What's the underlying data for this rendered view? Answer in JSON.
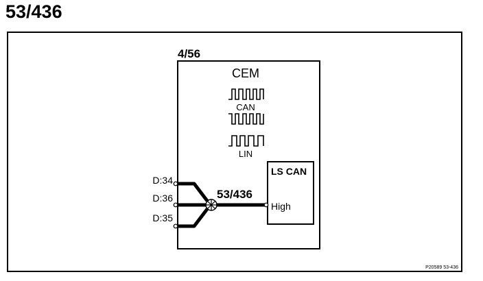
{
  "page": {
    "title": "53/436"
  },
  "module": {
    "id": "4/56",
    "name": "CEM",
    "signals": [
      "CAN",
      "LIN"
    ]
  },
  "ls_can": {
    "title": "LS CAN",
    "pin_label": "High"
  },
  "connectors": [
    "D:34",
    "D:36",
    "D:35"
  ],
  "splice_label": "53/436",
  "footer_ref": "P20589  53-436",
  "colors": {
    "line": "#000000",
    "background": "#ffffff"
  }
}
